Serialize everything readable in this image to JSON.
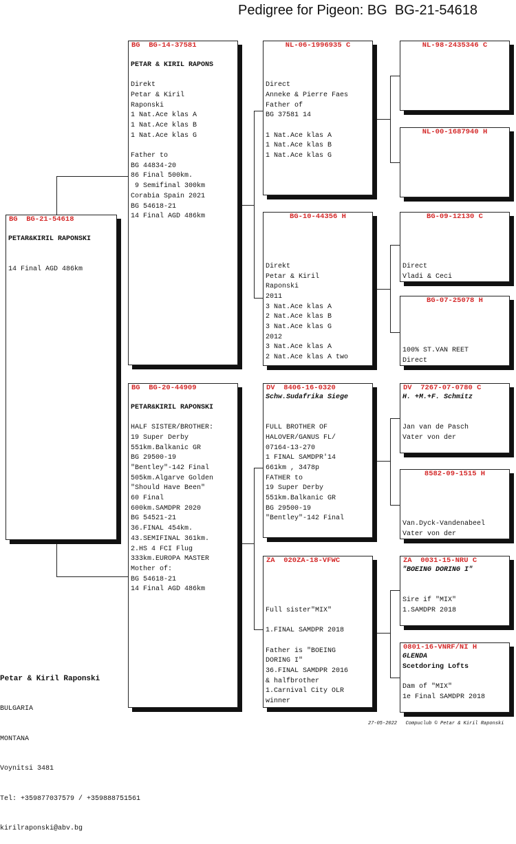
{
  "title": "Pedigree for Pigeon: BG  BG-21-54618",
  "subject": {
    "ring": "BG  BG-21-54618",
    "lines": [
      {
        "t": "",
        "s": ""
      },
      {
        "t": "PETAR&KIRIL RAPONSKI",
        "s": "b"
      },
      {
        "t": "",
        "s": ""
      },
      {
        "t": "",
        "s": ""
      },
      {
        "t": "14 Final AGD 486km",
        "s": ""
      }
    ]
  },
  "sire": {
    "ring": "BG  BG-14-37581",
    "lines": [
      {
        "t": "",
        "s": ""
      },
      {
        "t": "PETAR & KIRIL RAPONS",
        "s": "b"
      },
      {
        "t": "",
        "s": ""
      },
      {
        "t": "Direkt",
        "s": ""
      },
      {
        "t": "Petar & Kiril",
        "s": ""
      },
      {
        "t": "Raponski",
        "s": ""
      },
      {
        "t": "1 Nat.Ace klas A",
        "s": ""
      },
      {
        "t": "1 Nat.Ace klas B",
        "s": ""
      },
      {
        "t": "1 Nat.Ace klas G",
        "s": ""
      },
      {
        "t": "",
        "s": ""
      },
      {
        "t": "Father to",
        "s": ""
      },
      {
        "t": "BG 44834-20",
        "s": ""
      },
      {
        "t": "86 Final 500km.",
        "s": ""
      },
      {
        "t": " 9 Semifinal 300km",
        "s": ""
      },
      {
        "t": "Corabia Spain 2021",
        "s": ""
      },
      {
        "t": "BG 54618-21",
        "s": ""
      },
      {
        "t": "14 Final AGD 486km",
        "s": ""
      }
    ]
  },
  "dam": {
    "ring": "BG  BG-20-44909",
    "lines": [
      {
        "t": "",
        "s": ""
      },
      {
        "t": "PETAR&KIRIL RAPONSKI",
        "s": "b"
      },
      {
        "t": "",
        "s": ""
      },
      {
        "t": "HALF SISTER/BROTHER:",
        "s": ""
      },
      {
        "t": "19 Super Derby",
        "s": ""
      },
      {
        "t": "551km.Balkanic GR",
        "s": ""
      },
      {
        "t": "BG 29500-19",
        "s": ""
      },
      {
        "t": "\"Bentley\"-142 Final",
        "s": ""
      },
      {
        "t": "505km.Algarve Golden",
        "s": ""
      },
      {
        "t": "\"Should Have Been\"",
        "s": ""
      },
      {
        "t": "60 Final",
        "s": ""
      },
      {
        "t": "600km.SAMDPR 2020",
        "s": ""
      },
      {
        "t": "BG 54521-21",
        "s": ""
      },
      {
        "t": "36.FINAL 454km.",
        "s": ""
      },
      {
        "t": "43.SEMIFINAL 361km.",
        "s": ""
      },
      {
        "t": "2.HS 4 FCI Flug",
        "s": ""
      },
      {
        "t": "333km.EUROPA MASTER",
        "s": ""
      },
      {
        "t": "Mother of:",
        "s": ""
      },
      {
        "t": "BG 54618-21",
        "s": ""
      },
      {
        "t": "14 Final AGD 486km",
        "s": ""
      }
    ]
  },
  "ss": {
    "ring": "NL-06-1996935 C",
    "lines": [
      {
        "t": "",
        "s": ""
      },
      {
        "t": "",
        "s": ""
      },
      {
        "t": "",
        "s": ""
      },
      {
        "t": "Direct",
        "s": ""
      },
      {
        "t": "Anneke & Pierre Faes",
        "s": ""
      },
      {
        "t": "Father of",
        "s": ""
      },
      {
        "t": "BG 37581 14",
        "s": ""
      },
      {
        "t": "",
        "s": ""
      },
      {
        "t": "1 Nat.Ace klas A",
        "s": ""
      },
      {
        "t": "1 Nat.Ace klas B",
        "s": ""
      },
      {
        "t": "1 Nat.Ace klas G",
        "s": ""
      }
    ]
  },
  "sd": {
    "ring": "BG-10-44356 H",
    "lines": [
      {
        "t": "",
        "s": ""
      },
      {
        "t": "",
        "s": ""
      },
      {
        "t": "",
        "s": ""
      },
      {
        "t": "",
        "s": ""
      },
      {
        "t": "Direkt",
        "s": ""
      },
      {
        "t": "Petar & Kiril",
        "s": ""
      },
      {
        "t": "Raponski",
        "s": ""
      },
      {
        "t": "2011",
        "s": ""
      },
      {
        "t": "3 Nat.Ace klas A",
        "s": ""
      },
      {
        "t": "2 Nat.Ace klas B",
        "s": ""
      },
      {
        "t": "3 Nat.Ace klas G",
        "s": ""
      },
      {
        "t": "2012",
        "s": ""
      },
      {
        "t": "3 Nat.Ace klas A",
        "s": ""
      },
      {
        "t": "2 Nat.Ace klas A two",
        "s": ""
      }
    ]
  },
  "ds": {
    "ring": "DV  8406-16-0320",
    "lines": [
      {
        "t": "Schw.Sudafrika Siege",
        "s": "bi"
      },
      {
        "t": "",
        "s": ""
      },
      {
        "t": "",
        "s": ""
      },
      {
        "t": "FULL BROTHER OF",
        "s": ""
      },
      {
        "t": "HALOVER/GANUS FL/",
        "s": ""
      },
      {
        "t": "07164-13-270",
        "s": ""
      },
      {
        "t": "1 FINAL SAMDPR'14",
        "s": ""
      },
      {
        "t": "661km , 3478p",
        "s": ""
      },
      {
        "t": "FATHER to",
        "s": ""
      },
      {
        "t": "19 Super Derby",
        "s": ""
      },
      {
        "t": "551km.Balkanic GR",
        "s": ""
      },
      {
        "t": "BG 29500-19",
        "s": ""
      },
      {
        "t": "\"Bentley\"-142 Final",
        "s": ""
      }
    ]
  },
  "dd": {
    "ring": "ZA  020ZA-18-VFWC",
    "lines": [
      {
        "t": "",
        "s": ""
      },
      {
        "t": "",
        "s": ""
      },
      {
        "t": "",
        "s": ""
      },
      {
        "t": "",
        "s": ""
      },
      {
        "t": "Full sister\"MIX\"",
        "s": ""
      },
      {
        "t": "",
        "s": ""
      },
      {
        "t": "1.FINAL SAMDPR 2018",
        "s": ""
      },
      {
        "t": "",
        "s": ""
      },
      {
        "t": "Father is \"BOEING",
        "s": ""
      },
      {
        "t": "DORING I\"",
        "s": ""
      },
      {
        "t": "36.FINAL SAMDPR 2016",
        "s": ""
      },
      {
        "t": "& halfbrother",
        "s": ""
      },
      {
        "t": "1.Carnival City OLR",
        "s": ""
      },
      {
        "t": "winner",
        "s": ""
      }
    ]
  },
  "sss": {
    "ring": "NL-98-2435346 C",
    "lines": []
  },
  "ssd": {
    "ring": "NL-00-1687940 H",
    "lines": []
  },
  "sds": {
    "ring": "BG-09-12130 C",
    "lines": [
      {
        "t": "",
        "s": ""
      },
      {
        "t": "",
        "s": ""
      },
      {
        "t": "",
        "s": ""
      },
      {
        "t": "",
        "s": ""
      },
      {
        "t": "Direct",
        "s": ""
      },
      {
        "t": "Vladi & Ceci",
        "s": ""
      }
    ]
  },
  "sdd": {
    "ring": "BG-07-25078 H",
    "lines": [
      {
        "t": "",
        "s": ""
      },
      {
        "t": "",
        "s": ""
      },
      {
        "t": "",
        "s": ""
      },
      {
        "t": "",
        "s": ""
      },
      {
        "t": "100% ST.VAN REET",
        "s": ""
      },
      {
        "t": "Direct",
        "s": ""
      }
    ]
  },
  "dss": {
    "ring": "DV  7267-07-0780 C",
    "lines": [
      {
        "t": "H. +M.+F. Schmitz",
        "s": "bi"
      },
      {
        "t": "",
        "s": ""
      },
      {
        "t": "",
        "s": ""
      },
      {
        "t": "Jan van de Pasch",
        "s": ""
      },
      {
        "t": "Vater von der",
        "s": ""
      }
    ]
  },
  "dsd": {
    "ring": "8582-09-1515 H",
    "lines": [
      {
        "t": "",
        "s": ""
      },
      {
        "t": "",
        "s": ""
      },
      {
        "t": "",
        "s": ""
      },
      {
        "t": "",
        "s": ""
      },
      {
        "t": "Van.Dyck-Vandenabeel",
        "s": ""
      },
      {
        "t": "Vater von der",
        "s": ""
      }
    ]
  },
  "dds": {
    "ring": "ZA  0031-15-NRU C",
    "lines": [
      {
        "t": "\"BOEING DORING I\"",
        "s": "bi"
      },
      {
        "t": "",
        "s": ""
      },
      {
        "t": "",
        "s": ""
      },
      {
        "t": "Sire if \"MIX\"",
        "s": ""
      },
      {
        "t": "1.SAMDPR 2018",
        "s": ""
      }
    ]
  },
  "ddd": {
    "ring": "0801-16-VNRF/NI H",
    "lines": [
      {
        "t": "GLENDA",
        "s": "bi"
      },
      {
        "t": "Scetdoring Lofts",
        "s": "b"
      },
      {
        "t": "",
        "s": ""
      },
      {
        "t": "Dam of \"MIX\"",
        "s": ""
      },
      {
        "t": "1e Final SAMDPR 2018",
        "s": ""
      }
    ]
  },
  "owner": {
    "name": "Petar & Kiril Raponski",
    "country": "BULGARIA",
    "region": "MONTANA",
    "city": "Voynitsi 3481",
    "tel": "Tel: +359877037579 / +359888751561",
    "email": "kirilraponski@abv.bg"
  },
  "footer": "27-05-2022   Compuclub © Petar & Kiril Raponski"
}
